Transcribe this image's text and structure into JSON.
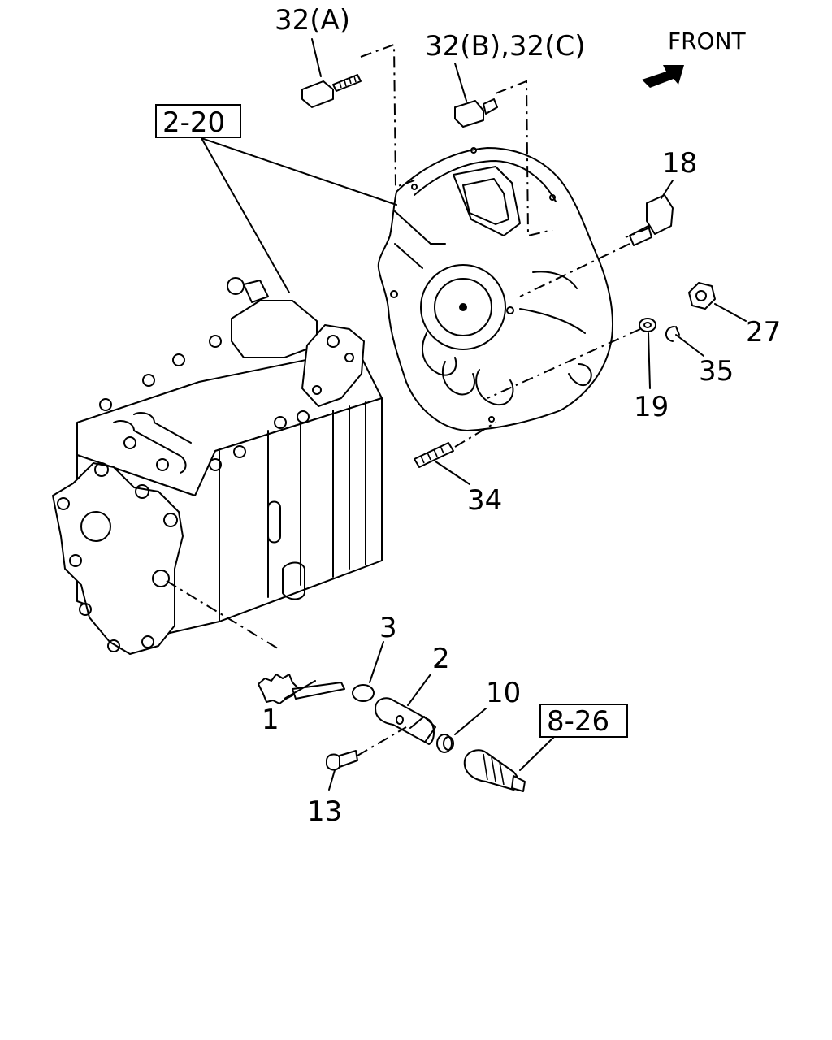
{
  "front_label": "FRONT",
  "callouts": {
    "c32a": "32(A)",
    "c32bc": "32(B),32(C)",
    "c18": "18",
    "c27": "27",
    "c35": "35",
    "c19": "19",
    "c34": "34",
    "c3": "3",
    "c2": "2",
    "c10": "10",
    "c1": "1",
    "c13": "13"
  },
  "references": {
    "r2_20": "2-20",
    "r8_26": "8-26"
  },
  "icons": {
    "front_arrow": "front-arrow-icon"
  }
}
